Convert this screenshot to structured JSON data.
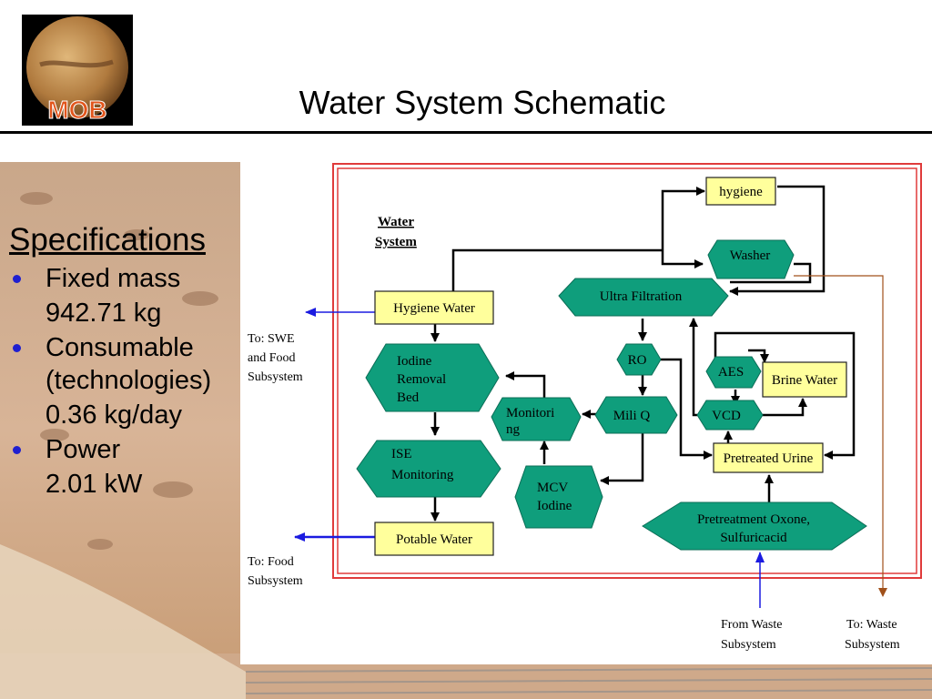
{
  "header": {
    "logo_text": "MOB",
    "title": "Water System Schematic"
  },
  "specs": {
    "heading": "Specifications",
    "items": [
      {
        "label": "Fixed mass",
        "value": "942.71 kg"
      },
      {
        "label": "Consumable (technologies)",
        "value": "0.36 kg/day"
      },
      {
        "label": "Power",
        "value": "2.01 kW"
      }
    ]
  },
  "diagram": {
    "system_label": [
      "Water",
      "System"
    ],
    "nodes": {
      "hygiene": "hygiene",
      "washer": "Washer",
      "hygiene_water": "Hygiene Water",
      "ultra_filtration": "Ultra Filtration",
      "iodine_removal": [
        "Iodine",
        "Removal",
        "Bed"
      ],
      "ro": "RO",
      "aes": "AES",
      "brine_water": "Brine Water",
      "monitoring": [
        "Monitori",
        "ng"
      ],
      "mili_q": "Mili Q",
      "vcd": "VCD",
      "pretreated_urine": "Pretreated Urine",
      "ise_monitoring": [
        "ISE",
        "Monitoring"
      ],
      "mcv_iodine": [
        "MCV",
        "Iodine"
      ],
      "pretreatment": [
        "Pretreatment Oxone,",
        "Sulfuricacid"
      ],
      "potable_water": "Potable Water"
    },
    "external_labels": {
      "to_swe": [
        "To: SWE",
        "and Food",
        "Subsystem"
      ],
      "to_food": [
        "To: Food",
        "Subsystem"
      ],
      "from_waste": [
        "From Waste",
        "Subsystem"
      ],
      "to_waste": [
        "To: Waste",
        "Subsystem"
      ]
    },
    "colors": {
      "hex_fill": "#0f9e7c",
      "box_fill": "#ffff9c",
      "frame": "#e03b3b",
      "arrow_blue": "#1b1be0",
      "arrow_brown": "#a0501a"
    }
  }
}
